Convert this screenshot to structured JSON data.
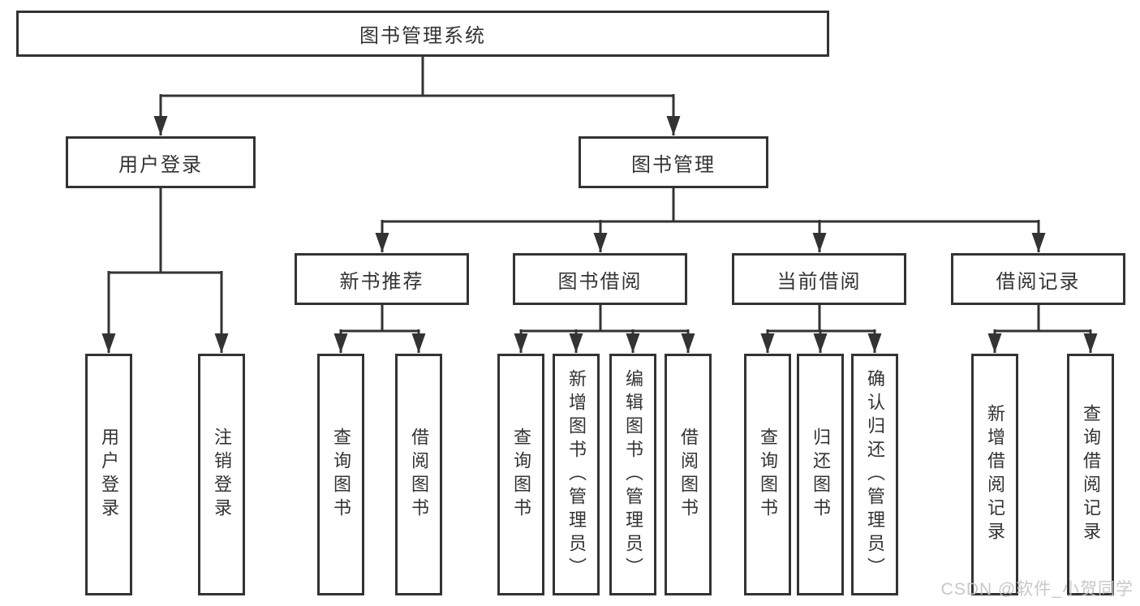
{
  "tree": {
    "root": "图书管理系统",
    "level2": [
      "用户登录",
      "图书管理"
    ],
    "level3": [
      "新书推荐",
      "图书借阅",
      "当前借阅",
      "借阅记录"
    ],
    "leaves": {
      "user_login": [
        "用户登录",
        "注销登录"
      ],
      "new_books": [
        "查询图书",
        "借阅图书"
      ],
      "book_borrow": [
        "查询图书",
        "新增图书（管理员）",
        "编辑图书（管理员）",
        "借阅图书"
      ],
      "current_borrow": [
        "查询图书",
        "归还图书",
        "确认归还（管理员）"
      ],
      "borrow_records": [
        "新增借阅记录",
        "查询借阅记录"
      ]
    }
  },
  "watermark": "CSDN @软件_小贺同学",
  "colors": {
    "line": "#333333",
    "text": "#333333",
    "box_fill": "#ffffff",
    "watermark": "#c5c5c5",
    "background": "#ffffff"
  }
}
